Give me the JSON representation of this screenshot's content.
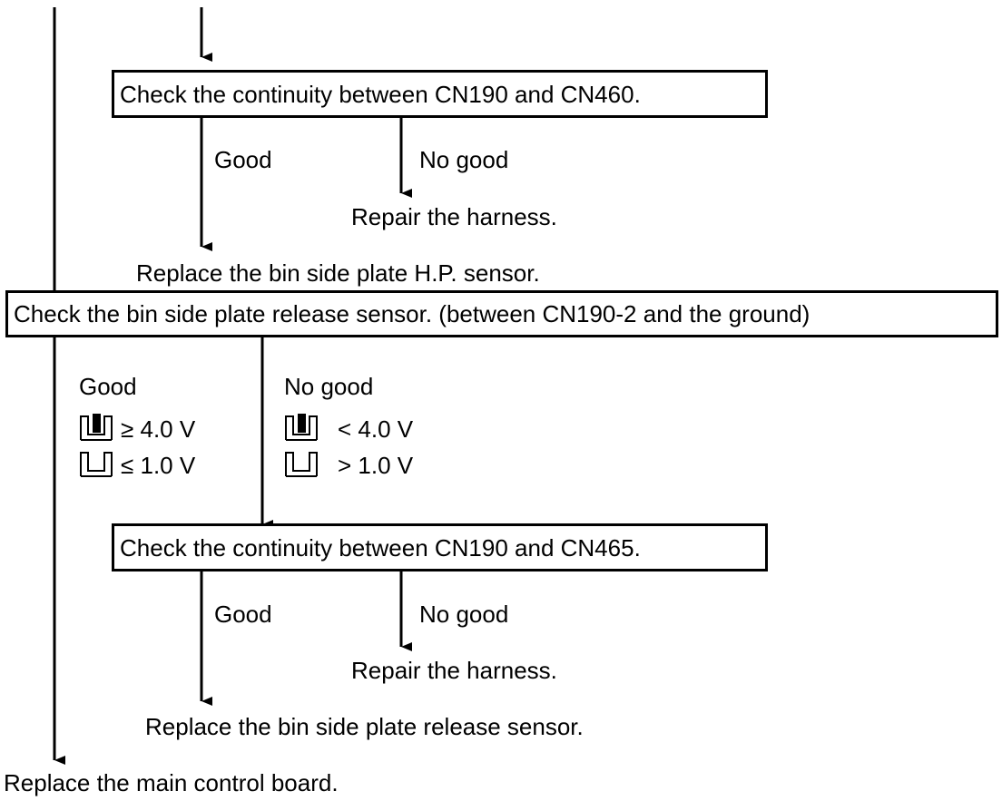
{
  "section1": {
    "check_box": "Check the continuity between CN190 and CN460.",
    "good_label": "Good",
    "nogood_label": "No good",
    "nogood_action": "Repair the harness.",
    "good_action": "Replace the bin side plate H.P. sensor."
  },
  "section2": {
    "check_box": "Check the bin side plate release sensor. (between CN190-2 and the ground)",
    "good_label": "Good",
    "nogood_label": "No good",
    "good_blocked": "≥ 4.0 V",
    "good_open": "≤ 1.0 V",
    "nogood_blocked": "< 4.0 V",
    "nogood_open": "> 1.0 V"
  },
  "section3": {
    "check_box": "Check the continuity between CN190 and CN465.",
    "good_label": "Good",
    "nogood_label": "No good",
    "nogood_action": "Repair the harness.",
    "good_action": "Replace the bin side plate release sensor."
  },
  "final_action": "Replace the main control board.",
  "icons": {
    "sensor_blocked": "sensor-blocked-icon",
    "sensor_open": "sensor-open-icon"
  }
}
